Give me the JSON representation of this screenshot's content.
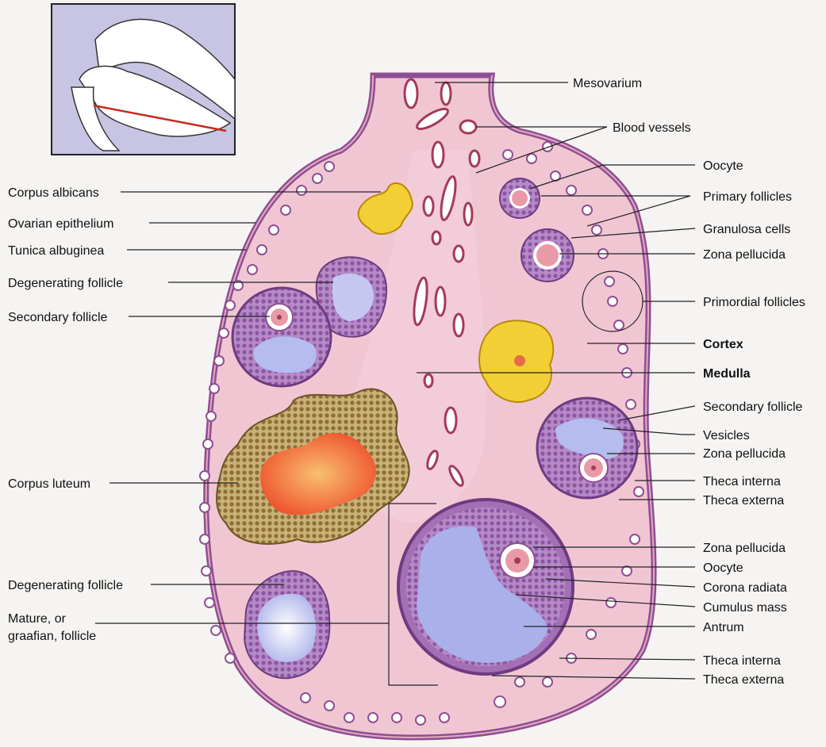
{
  "labels": {
    "left": {
      "corpus_albicans": "Corpus albicans",
      "ovarian_epithelium": "Ovarian epithelium",
      "tunica_albuginea": "Tunica albuginea",
      "degenerating_follicle_top": "Degenerating follicle",
      "secondary_follicle": "Secondary follicle",
      "corpus_luteum": "Corpus luteum",
      "degenerating_follicle_bottom": "Degenerating follicle",
      "mature_line1": "Mature, or",
      "mature_line2": "graafian, follicle"
    },
    "right": {
      "mesovarium": "Mesovarium",
      "blood_vessels": "Blood vessels",
      "oocyte_top": "Oocyte",
      "primary_follicles": "Primary follicles",
      "granulosa_cells": "Granulosa cells",
      "zona_pellucida_1": "Zona  pellucida",
      "primordial_follicles": "Primordial follicles",
      "cortex": "Cortex",
      "medulla": "Medulla",
      "secondary_follicle": "Secondary follicle",
      "vesicles": "Vesicles",
      "zona_pellucida_2": "Zona  pellucida",
      "theca_interna_1": "Theca interna",
      "theca_externa_1": "Theca externa",
      "zona_pellucida_3": "Zona  pellucida",
      "oocyte_bottom": "Oocyte",
      "corona_radiata": "Corona radiata",
      "cumulus_mass": "Cumulus mass",
      "antrum": "Antrum",
      "theca_interna_2": "Theca interna",
      "theca_externa_2": "Theca externa"
    }
  },
  "colors": {
    "ovary_fill": "#f1c6d3",
    "epithelium": "#8d4f93",
    "follicle_cells": "#a068b4",
    "antrum_fill": "#b9bff0",
    "oocyte": "#e99aa7",
    "corpus_luteum_cells": "#b69a52",
    "corpus_luteum_center": "#f0603a",
    "corpus_albicans": "#f2cf34",
    "inset_bg": "#c7c5e3",
    "cut_line": "#c4291c"
  }
}
